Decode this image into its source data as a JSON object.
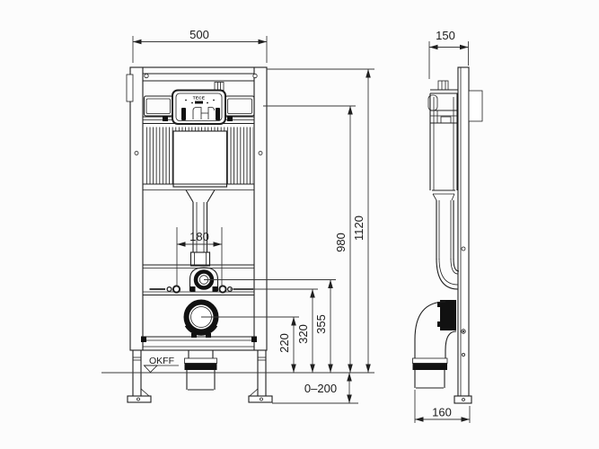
{
  "labels": {
    "brand": "TECE",
    "floor_level": "OKFF"
  },
  "dimensions": {
    "front_width": "500",
    "side_depth": "150",
    "bolt_spacing": "180",
    "frame_height": "1120",
    "panel_height": "980",
    "flush_bend_height": "355",
    "rod_height": "320",
    "drain_height": "220",
    "foot_adjustment": "0–200",
    "outlet_offset": "160"
  },
  "colors": {
    "line": "#1f1f1f",
    "background": "#fcfcfc"
  }
}
